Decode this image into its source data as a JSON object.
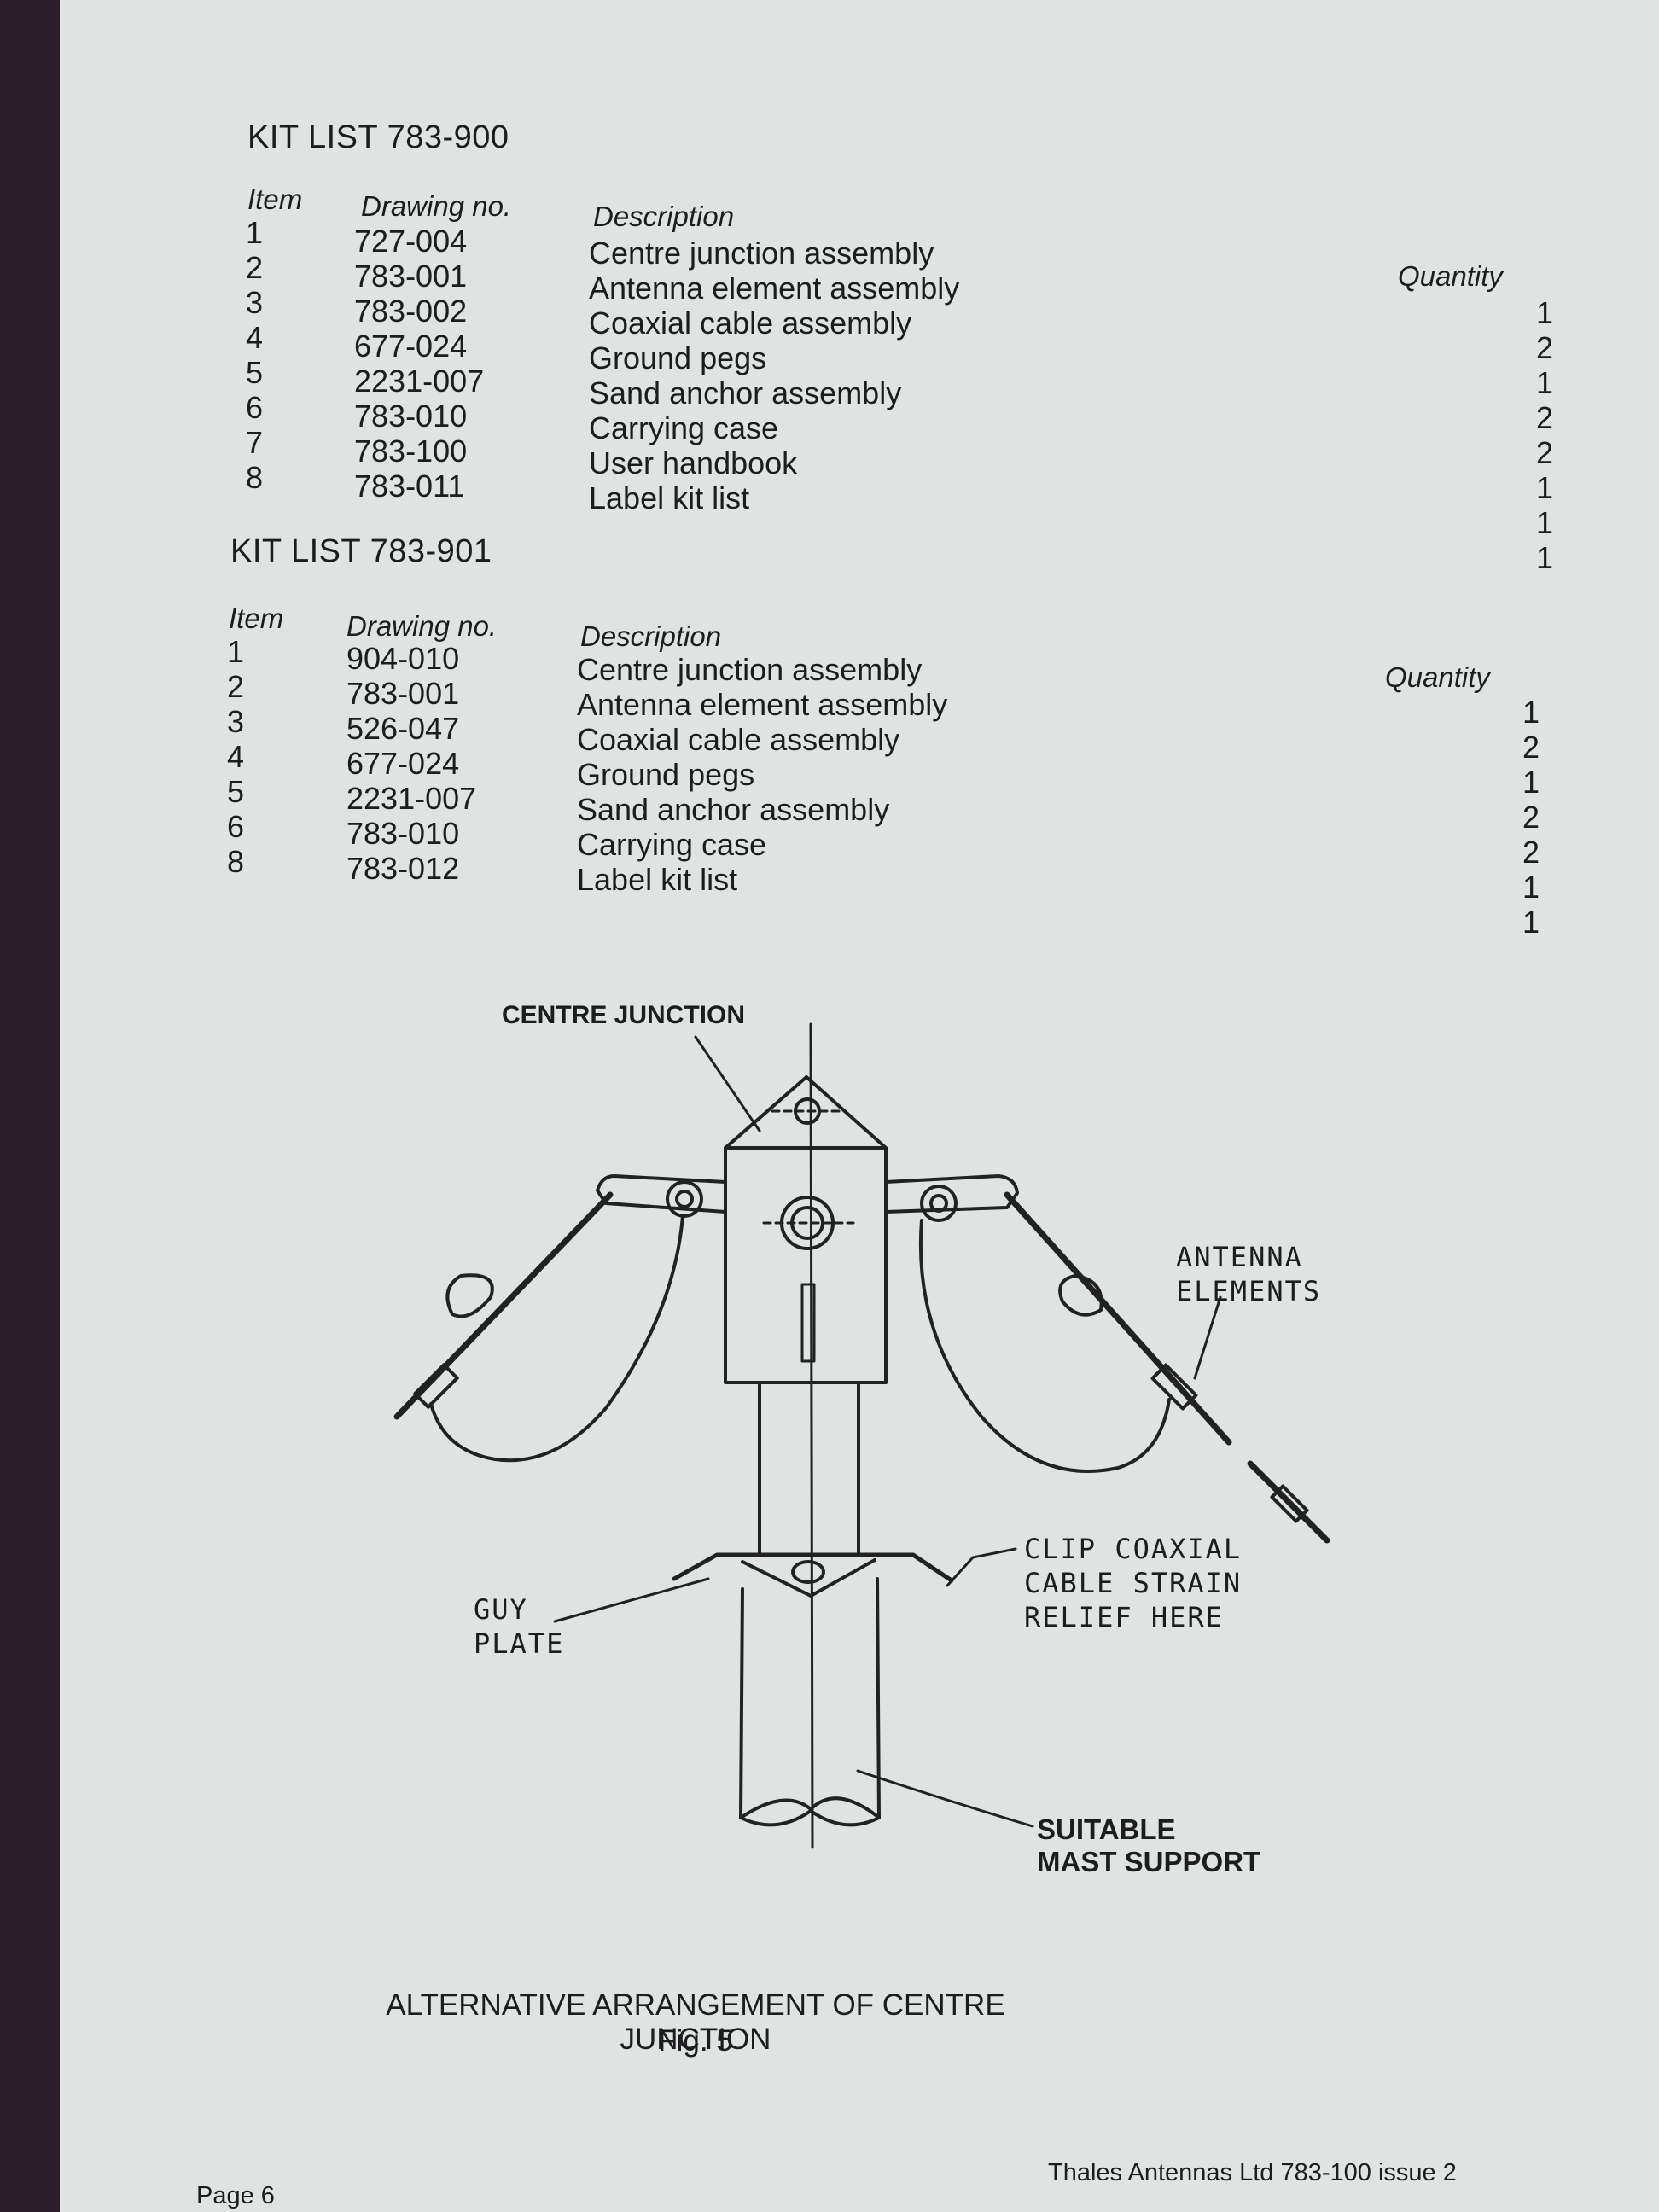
{
  "kit_lists": [
    {
      "title": "KIT LIST 783-900",
      "headers": {
        "item": "Item",
        "drawing": "Drawing no.",
        "description": "Description",
        "quantity": "Quantity"
      },
      "items": [
        "1",
        "2",
        "3",
        "4",
        "5",
        "6",
        "7",
        "8"
      ],
      "drawings": [
        "727-004",
        "783-001",
        "783-002",
        "677-024",
        "2231-007",
        "783-010",
        "783-100",
        "783-011"
      ],
      "descriptions": [
        "Centre junction assembly",
        "Antenna element assembly",
        "Coaxial cable assembly",
        "Ground pegs",
        "Sand anchor assembly",
        "Carrying case",
        "User handbook",
        "Label kit list"
      ],
      "quantities": [
        "1",
        "2",
        "1",
        "2",
        "2",
        "1",
        "1",
        "1"
      ]
    },
    {
      "title": "KIT LIST 783-901",
      "headers": {
        "item": "Item",
        "drawing": "Drawing no.",
        "description": "Description",
        "quantity": "Quantity"
      },
      "items": [
        "1",
        "2",
        "3",
        "4",
        "5",
        "6",
        "8"
      ],
      "drawings": [
        "904-010",
        "783-001",
        "526-047",
        "677-024",
        "2231-007",
        "783-010",
        "783-012"
      ],
      "descriptions": [
        "Centre junction assembly",
        "Antenna element assembly",
        "Coaxial cable assembly",
        "Ground pegs",
        "Sand anchor assembly",
        "Carrying case",
        "Label kit list"
      ],
      "quantities": [
        "1",
        "2",
        "1",
        "2",
        "2",
        "1",
        "1"
      ]
    }
  ],
  "figure": {
    "labels": {
      "centre_junction": "CENTRE JUNCTION",
      "antenna_elements_1": "ANTENNA",
      "antenna_elements_2": "ELEMENTS",
      "clip_1": "CLIP COAXIAL",
      "clip_2": "CABLE STRAIN",
      "clip_3": "RELIEF HERE",
      "guy_plate_1": "GUY",
      "guy_plate_2": "PLATE",
      "mast_1": "SUITABLE",
      "mast_2": "MAST SUPPORT"
    },
    "caption": "ALTERNATIVE ARRANGEMENT OF CENTRE JUNCTION",
    "number": "Fig. 5"
  },
  "footer": {
    "page": "Page 6",
    "doc_ref": "Thales Antennas Ltd 783-100 issue 2"
  }
}
